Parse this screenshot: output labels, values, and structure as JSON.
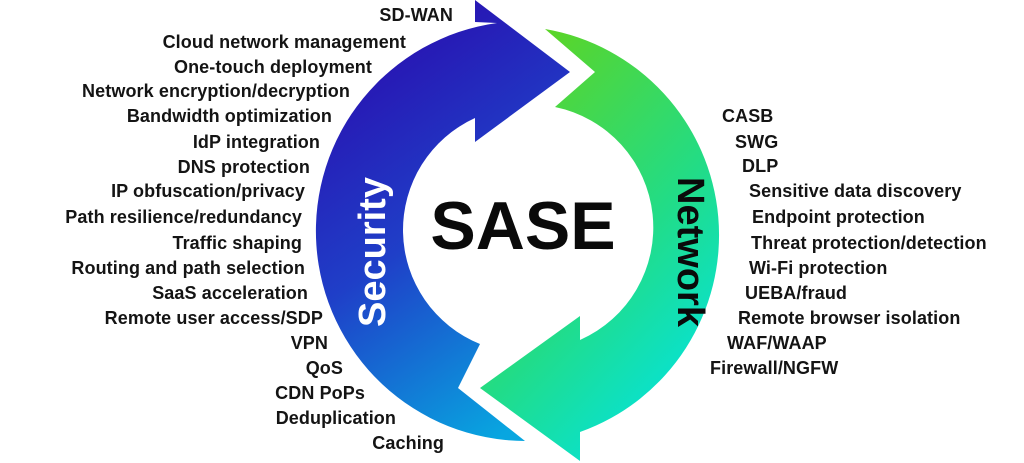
{
  "title": "SASE",
  "colors": {
    "security_start": "#2a0cae",
    "security_end": "#08a6e0",
    "network_start": "#5fd420",
    "network_end": "#00e4e8"
  },
  "security": {
    "label": "Security",
    "items": [
      "SD-WAN",
      "Cloud network management",
      "One-touch deployment",
      "Network encryption/decryption",
      "Bandwidth optimization",
      "IdP integration",
      "DNS protection",
      "IP obfuscation/privacy",
      "Path resilience/redundancy",
      "Traffic shaping",
      "Routing and path selection",
      "SaaS acceleration",
      "Remote user access/SDP",
      "VPN",
      "QoS",
      "CDN PoPs",
      "Deduplication",
      "Caching"
    ]
  },
  "network": {
    "label": "Network",
    "items": [
      "CASB",
      "SWG",
      "DLP",
      "Sensitive data discovery",
      "Endpoint protection",
      "Threat protection/detection",
      "Wi-Fi protection",
      "UEBA/fraud",
      "Remote browser isolation",
      "WAF/WAAP",
      "Firewall/NGFW"
    ]
  }
}
